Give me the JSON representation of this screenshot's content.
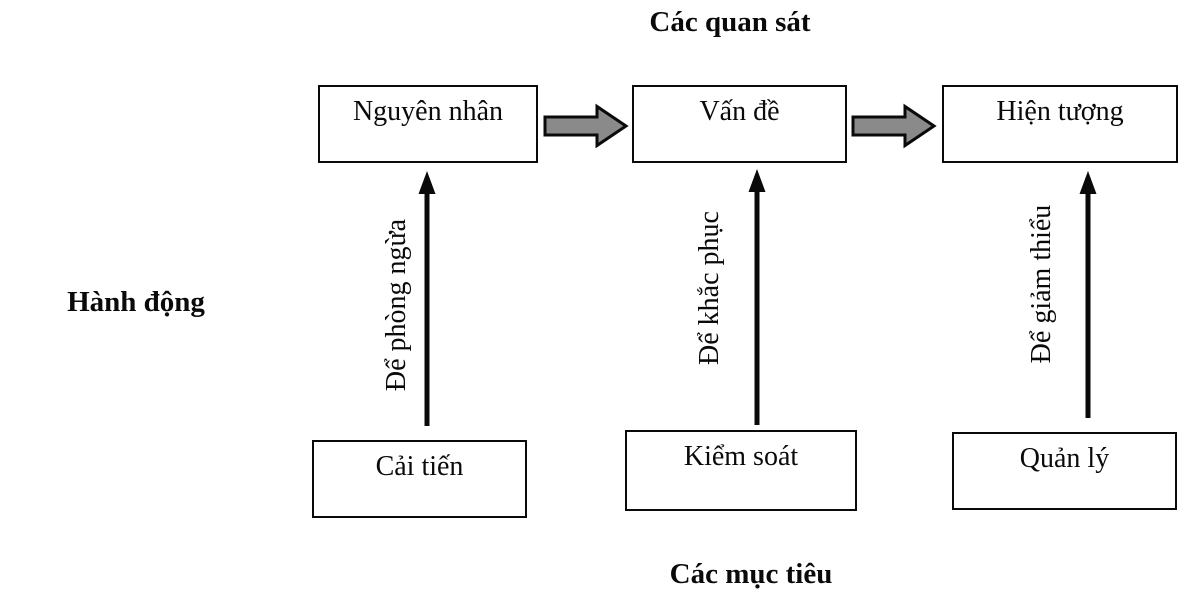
{
  "diagram": {
    "top_label": "Các quan sát",
    "left_label": "Hành động",
    "bottom_label": "Các mục tiêu",
    "top_boxes": [
      "Nguyên nhân",
      "Vấn đề",
      "Hiện tượng"
    ],
    "bottom_boxes": [
      "Cải tiến",
      "Kiểm soát",
      "Quản lý"
    ],
    "arrow_labels": [
      "Để phòng ngừa",
      "Để khắc phục",
      "Để giảm thiểu"
    ],
    "colors": {
      "block_arrow_fill": "#8a8a8a",
      "block_arrow_stroke": "#0a0a0a",
      "thin_arrow": "#0a0a0a",
      "box_border": "#0a0a0a"
    }
  }
}
